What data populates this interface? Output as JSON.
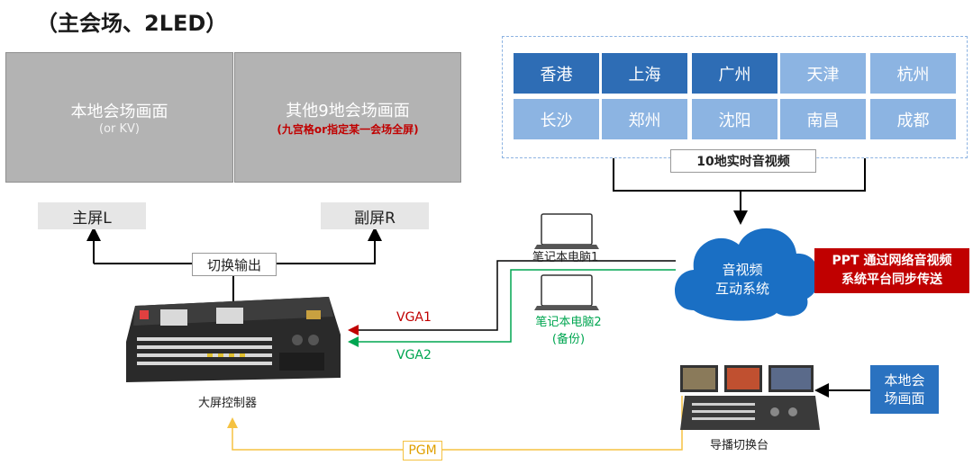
{
  "title": "（主会场、2LED）",
  "screens": {
    "left_main": "本地会场画面",
    "left_sub": "(or KV)",
    "right_main": "其他9地会场画面",
    "right_sub": "(九宫格or指定某一会场全屏)"
  },
  "main_screen_l": "主屏L",
  "sub_screen_r": "副屏R",
  "switch_output": "切换输出",
  "big_screen_controller": "大屏控制器",
  "cities": [
    "香港",
    "上海",
    "广州",
    "天津",
    "杭州",
    "长沙",
    "郑州",
    "沈阳",
    "南昌",
    "成都"
  ],
  "cities_caption": "10地实时音视频",
  "cloud": {
    "line1": "音视频",
    "line2": "互动系统"
  },
  "laptop1": "笔记本电脑1",
  "laptop2": {
    "line1": "笔记本电脑2",
    "line2": "(备份)"
  },
  "ppt": {
    "line1": "PPT 通过网络音视频",
    "line2": "系统平台同步传送"
  },
  "vga1": "VGA1",
  "vga2": "VGA2",
  "pgm": "PGM",
  "director_switcher": "导播切换台",
  "local_venue": {
    "line1": "本地会",
    "line2": "场画面"
  },
  "colors": {
    "city_dark": "#2e6db5",
    "city_light": "#8cb4e2",
    "ppt_red": "#c00000",
    "vga1_red": "#c00000",
    "vga2_green": "#00a651",
    "pgm_yellow": "#f5c242",
    "cloud_blue": "#1a6fc4"
  }
}
